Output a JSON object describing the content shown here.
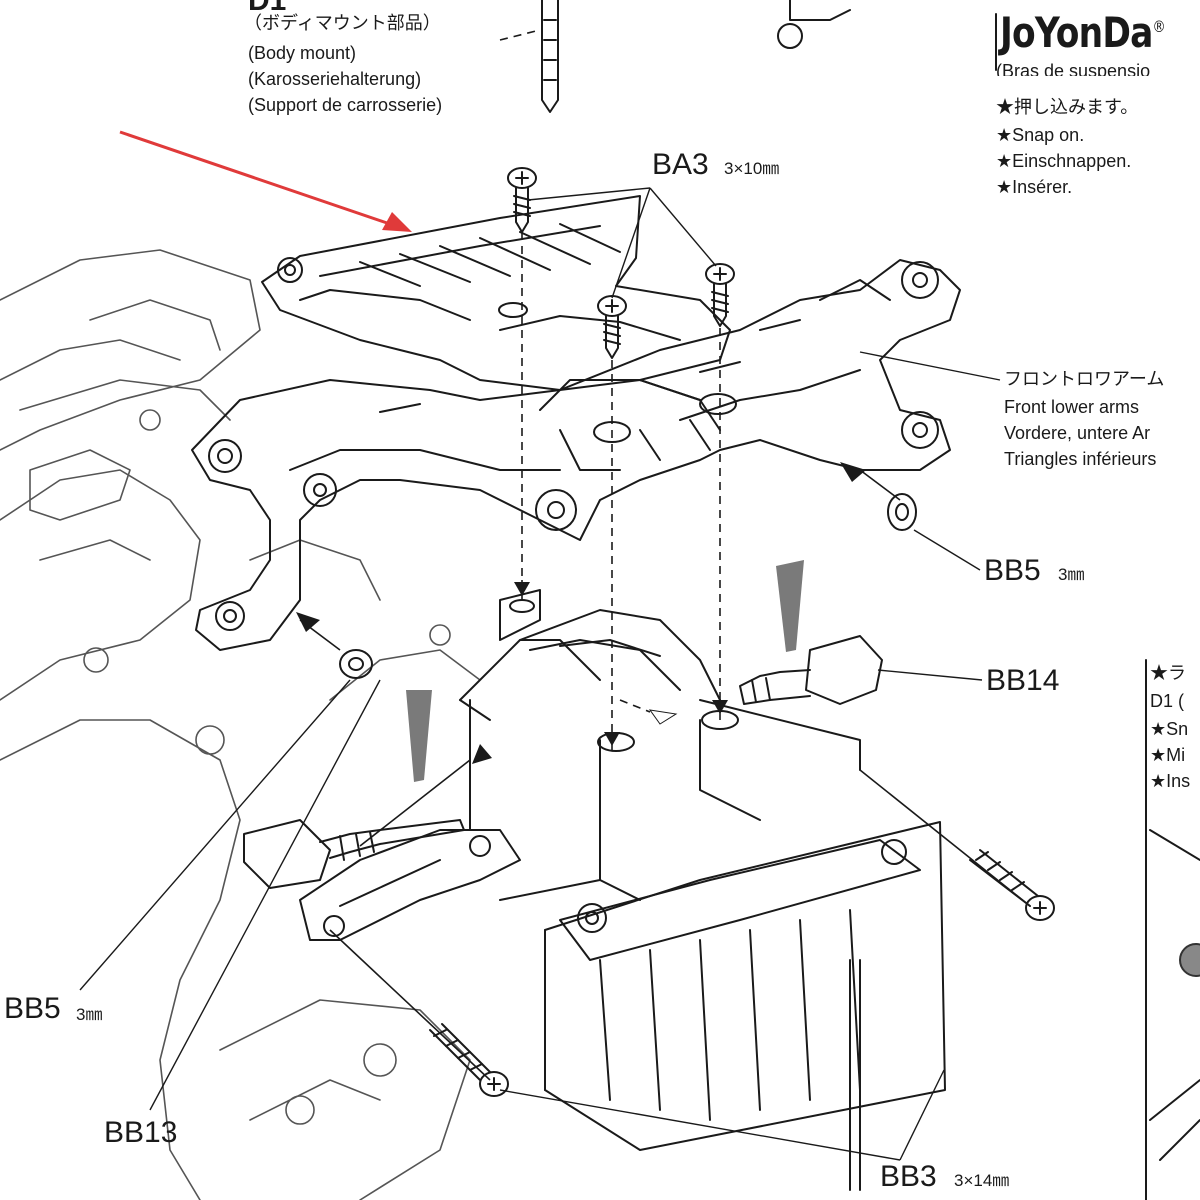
{
  "brand": {
    "name": "JoYonDa",
    "mark": "®"
  },
  "body_mount": {
    "code": "D1",
    "jp": "（ボディマウント部品）",
    "en": "(Body mount)",
    "de": "(Karosseriehalterung)",
    "fr": "(Support de carrosserie)"
  },
  "snap_note": {
    "cut_line": "(Bras de suspensio",
    "jp": "★押し込みます。",
    "en": "★Snap on.",
    "de": "★Einschnappen.",
    "fr": "★Insérer."
  },
  "front_lower_arms": {
    "jp": "フロントロワアーム",
    "en": "Front lower arms",
    "de": "Vordere, untere Ar",
    "fr": "Triangles inférieurs"
  },
  "parts": {
    "ba3": {
      "code": "BA3",
      "size": "3×10㎜"
    },
    "bb5_right": {
      "code": "BB5",
      "size": "3㎜"
    },
    "bb14": {
      "code": "BB14"
    },
    "bb5_left": {
      "code": "BB5",
      "size": "3㎜"
    },
    "bb13": {
      "code": "BB13"
    },
    "bb3": {
      "code": "BB3",
      "size": "3×14㎜"
    }
  },
  "side_note_partial": [
    "★ラ",
    "D1 (",
    "★Sn",
    "★Mi",
    "★Ins"
  ],
  "colors": {
    "ink": "#1a1a1a",
    "pointer_arrow": "#e03a3a",
    "grease": "#7a7a7a"
  }
}
